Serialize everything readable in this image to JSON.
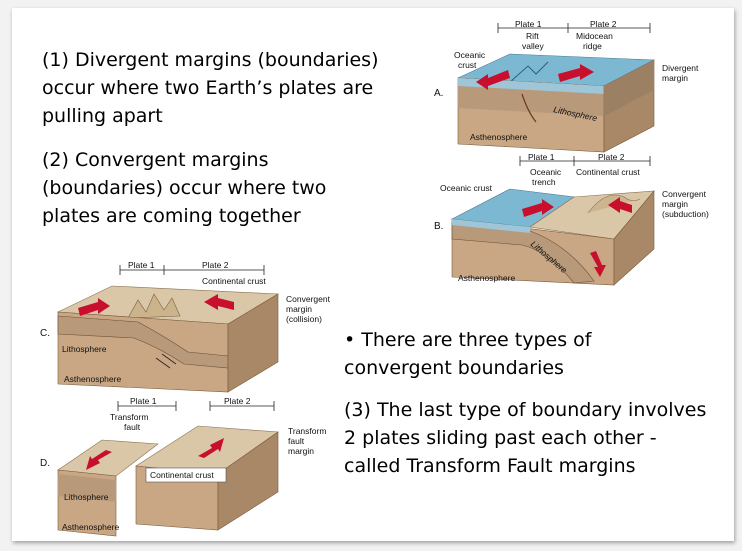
{
  "text": {
    "p1": "(1) Divergent margins (boundaries) occur where two Earth’s plates are pulling apart",
    "p2": "(2)  Convergent margins (boundaries) occur where two plates are coming together",
    "p3": "•  There are three types of convergent boundaries",
    "p4": "(3)  The last type of boundary involves 2 plates sliding past each other - called Transform Fault margins"
  },
  "figA": {
    "letter": "A.",
    "plate1": "Plate 1",
    "plate2": "Plate 2",
    "rift1": "Rift",
    "rift2": "valley",
    "mid1": "Midocean",
    "mid2": "ridge",
    "oc1": "Oceanic",
    "oc2": "crust",
    "div1": "Divergent",
    "div2": "margin",
    "litho": "Lithosphere",
    "astheno": "Asthenosphere"
  },
  "figB": {
    "letter": "B.",
    "plate1": "Plate 1",
    "plate2": "Plate 2",
    "oc": "Oceanic crust",
    "trench1": "Oceanic",
    "trench2": "trench",
    "cont": "Continental crust",
    "conv1": "Convergent",
    "conv2": "margin",
    "conv3": "(subduction)",
    "litho": "Lithosphere",
    "astheno": "Asthenosphere"
  },
  "figC": {
    "letter": "C.",
    "plate1": "Plate 1",
    "plate2": "Plate 2",
    "cont": "Continental crust",
    "conv1": "Convergent",
    "conv2": "margin",
    "conv3": "(collision)",
    "litho": "Lithosphere",
    "astheno": "Asthenosphere"
  },
  "figD": {
    "letter": "D.",
    "plate1": "Plate 1",
    "plate2": "Plate 2",
    "tf1": "Transform",
    "tf2": "fault",
    "cont": "Continental crust",
    "tm1": "Transform",
    "tm2": "fault",
    "tm3": "margin",
    "litho": "Lithosphere",
    "astheno": "Asthenosphere"
  },
  "colors": {
    "ocean": "#7db8d3",
    "crust": "#d9c7a8",
    "litho": "#b89a7a",
    "astheno": "#c9a784",
    "arrow": "#c8102e"
  }
}
